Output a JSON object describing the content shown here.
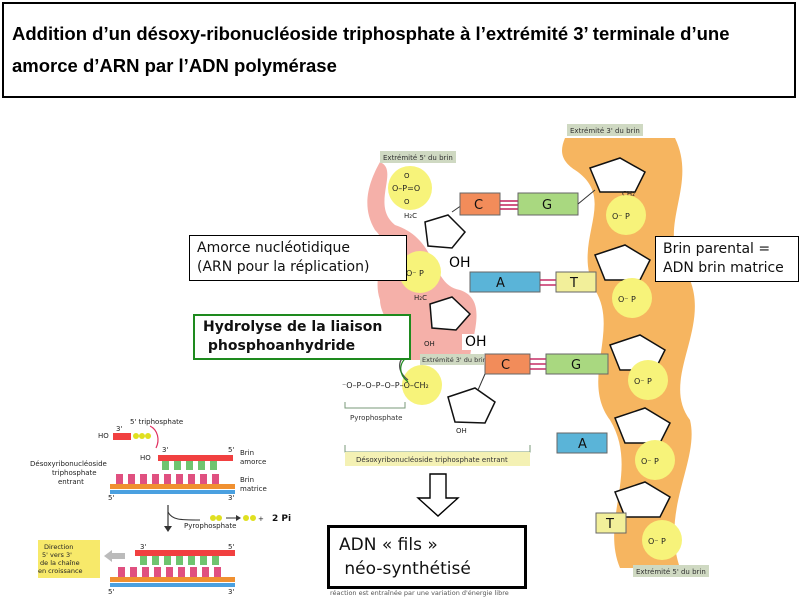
{
  "title": {
    "line1": "Addition d’un désoxy-ribonucléoside triphosphate à l’extrémité 3’ terminale d’une",
    "line2": "amorce d’ARN par l’ADN polymérase"
  },
  "callouts": {
    "amorce": [
      "Amorce nucléotidique",
      "(ARN pour la réplication)"
    ],
    "parental": [
      "Brin parental =",
      "ADN brin matrice"
    ],
    "hydrolyse": [
      "Hydrolyse de la liaison",
      " phosphoanhydride"
    ],
    "fils": [
      "ADN « fils »",
      " néo-synthétisé"
    ],
    "oh_labels": [
      "OH",
      "OH"
    ]
  },
  "structure_labels": {
    "ext5_primer": "Extrémité 5' du brin",
    "ext3_primer": "Extrémité 3' du brin",
    "ext3_template": "Extrémité 3' du brin",
    "ext5_template": "Extrémité 5' du brin",
    "pyrophosphate": "Pyrophosphate",
    "dntp": "Désoxyribonucléoside triphosphate entrant",
    "o": "O",
    "o_minus": "O⁻",
    "p": "P",
    "phosphate_group": "O–P=O",
    "ch2": "CH₂",
    "oh_small": "OH",
    "h2c": "H₂C",
    "triphosphate_chain": "⁻O–P–O–P–O–P–O–CH₂"
  },
  "bases": {
    "primer": [
      "C",
      "A",
      "C"
    ],
    "template": [
      "G",
      "T",
      "G",
      "A",
      "T"
    ]
  },
  "inset": {
    "triphosphate": "5' triphosphate",
    "ho": "HO",
    "three_prime": "3'",
    "five_prime": "5'",
    "entrant_label": [
      "Désoxyribonucléoside",
      "triphosphate",
      "entrant"
    ],
    "brin_amorce": [
      "Brin",
      "amorce"
    ],
    "brin_matrice": [
      "Brin",
      "matrice"
    ],
    "pyrophosphate": "Pyrophosphate",
    "two_pi": "2 Pi",
    "direction": [
      "Direction",
      "5' vers 3'",
      "de la chaîne",
      "en croissance"
    ]
  },
  "footer_caption": "réaction est entraînée par une variation d'énergie libre",
  "colors": {
    "primer_strand": "#f4a7a0",
    "template_strand": "#f6b157",
    "phosphate": "#f7f37a",
    "base_c": "#f28c5a",
    "base_g": "#a9d880",
    "base_a": "#5ab4d8",
    "base_t": "#f2ef9a",
    "callout_green": "#1e8a1e"
  },
  "icons": [
    "down-arrow-icon",
    "left-arrow-icon",
    "right-arrow-icon"
  ]
}
